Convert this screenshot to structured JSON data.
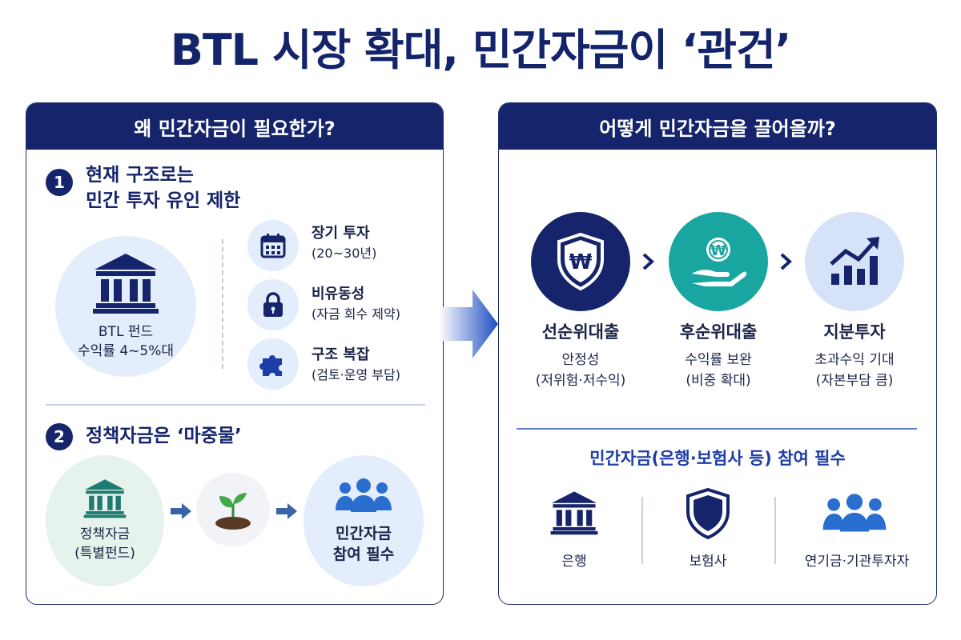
{
  "title": "BTL 시장 확대, 민간자금이 ‘관건’",
  "left": {
    "header": "왜 민간자금이 필요한가?",
    "section1": {
      "num": "1",
      "title_line1": "현재 구조로는",
      "title_line2": "민간 투자 유인 제한",
      "fund": {
        "name": "BTL 펀드",
        "yield": "수익률 4~5%대"
      },
      "items": [
        {
          "title": "장기 투자",
          "sub": "(20~30년)",
          "icon": "calendar-icon"
        },
        {
          "title": "비유동성",
          "sub": "(자금 회수 제약)",
          "icon": "lock-icon"
        },
        {
          "title": "구조 복잡",
          "sub": "(검토·운영 부담)",
          "icon": "puzzle-icon"
        }
      ]
    },
    "section2": {
      "num": "2",
      "title": "정책자금은 ‘마중물’",
      "policy": {
        "line1": "정책자금",
        "line2": "(특별펀드)"
      },
      "private": {
        "line1": "민간자금",
        "line2": "참여 필수"
      }
    }
  },
  "right": {
    "header": "어떻게 민간자금을 끌어올까?",
    "tranches": [
      {
        "title": "선순위대출",
        "line1": "안정성",
        "line2": "(저위험·저수익)",
        "icon": "shield-won-icon"
      },
      {
        "title": "후순위대출",
        "line1": "수익률 보완",
        "line2": "(비중 확대)",
        "icon": "hand-coin-icon"
      },
      {
        "title": "지분투자",
        "line1": "초과수익 기대",
        "line2": "(자본부담 큼)",
        "icon": "growth-chart-icon"
      }
    ],
    "participants_title": "민간자금(은행·보험사 등) 참여 필수",
    "participants": [
      {
        "label": "은행",
        "icon": "bank-icon"
      },
      {
        "label": "보험사",
        "icon": "shield-icon"
      },
      {
        "label": "연기금·기관투자자",
        "icon": "people-icon"
      }
    ]
  },
  "colors": {
    "navy": "#15246b",
    "teal": "#1aa6a0",
    "lightblue": "#e4edfb",
    "blue": "#1e3da8"
  }
}
